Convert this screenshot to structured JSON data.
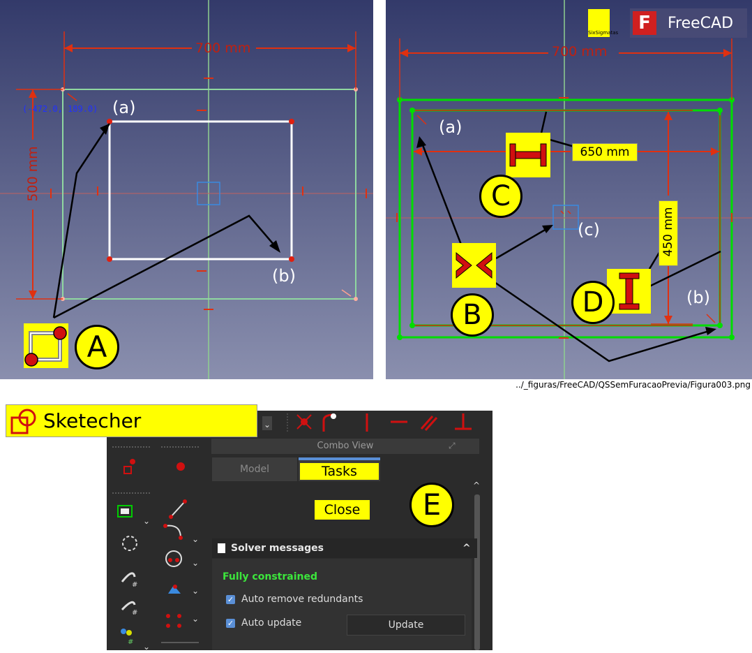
{
  "left_panel": {
    "dim_top": "700 mm",
    "dim_left": "500 mm",
    "coords_readout": "(-472.0, 189.0)",
    "label_a": "(a)",
    "label_b": "(b)",
    "badge_A": "A"
  },
  "right_panel": {
    "brand": "FreeCAD",
    "sixsigma_text": "SixSigmatas",
    "dim_top": "700 mm",
    "dim_horizontal": "650 mm",
    "dim_vertical": "450 mm",
    "label_a": "(a)",
    "label_b": "(b)",
    "label_c": "(c)",
    "badge_B": "B",
    "badge_C": "C",
    "badge_D": "D"
  },
  "caption": "../_figuras/FreeCAD/QSSemFuracaoPrevia/Figura003.png",
  "sketcher_ui": {
    "workbench_label": "Sketecher",
    "combo_view_title": "Combo View",
    "tabs": [
      "Model",
      "Tasks"
    ],
    "close_label": "Close",
    "badge_E": "E",
    "solver_title": "Solver messages",
    "status": "Fully constrained",
    "auto_remove_label": "Auto remove redundants",
    "auto_update_label": "Auto update",
    "update_button": "Update"
  },
  "colors": {
    "viewport_top": "#333a6a",
    "viewport_bottom": "#8a8fae",
    "highlight": "#ffff00",
    "constraint_red": "#e03010",
    "sketch_green": "#00dd00",
    "status_green": "#3ce63c"
  }
}
